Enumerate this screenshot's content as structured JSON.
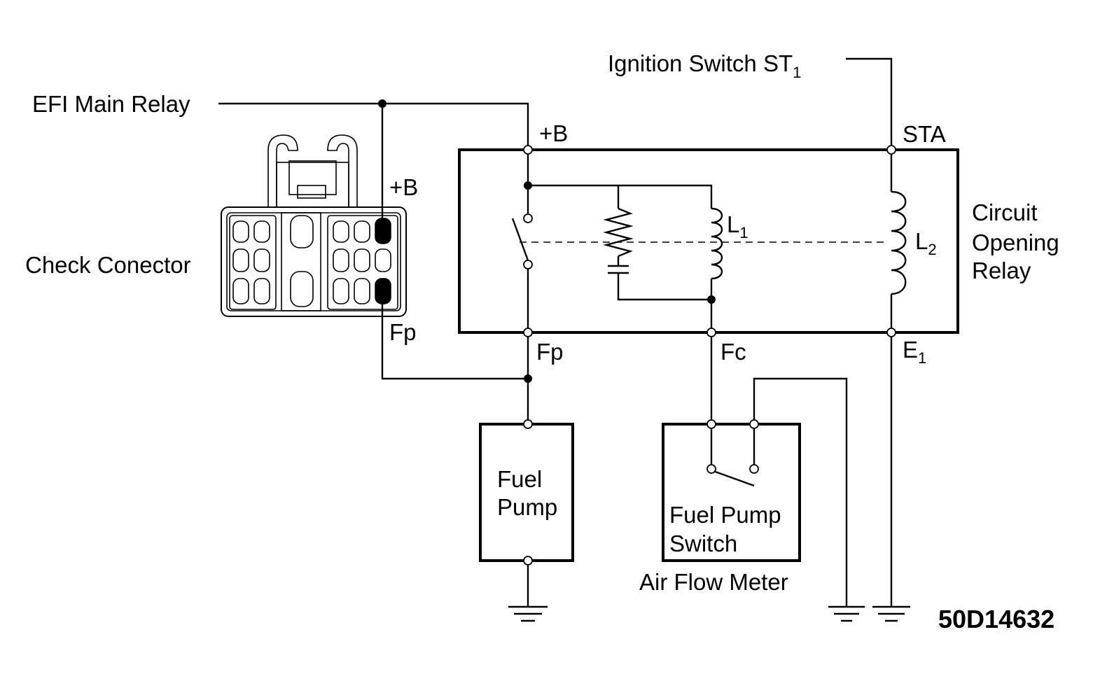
{
  "labels": {
    "efi_main_relay": "EFI Main Relay",
    "ignition_switch": "Ignition Switch ST",
    "ignition_switch_sub": "1",
    "plus_b_top": "+B",
    "plus_b_connector": "+B",
    "sta": "STA",
    "check_connector": "Check Conector",
    "fp_connector": "Fp",
    "fp_relay": "Fp",
    "fc": "Fc",
    "e1": "E",
    "e1_sub": "1",
    "l1": "L",
    "l1_sub": "1",
    "l2": "L",
    "l2_sub": "2",
    "circuit_line1": "Circuit",
    "circuit_line2": "Opening",
    "circuit_line3": "Relay",
    "fuel_pump_line1": "Fuel",
    "fuel_pump_line2": "Pump",
    "fps_line1": "Fuel Pump",
    "fps_line2": "Switch",
    "air_flow_meter": "Air Flow Meter",
    "diagram_code": "50D14632"
  }
}
